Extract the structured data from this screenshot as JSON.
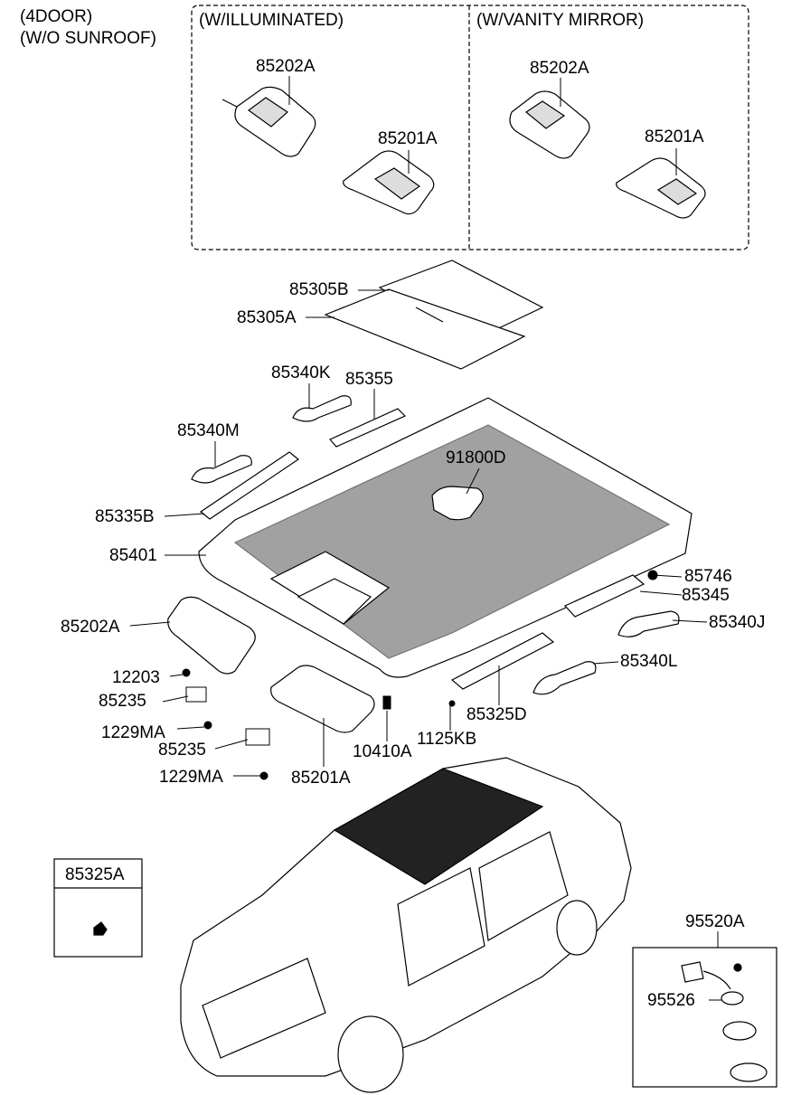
{
  "header": {
    "line1": "(4DOOR)",
    "line2": "(W/O SUNROOF)"
  },
  "boxes": {
    "illuminated": "(W/ILLUMINATED)",
    "vanity_mirror": "(W/VANITY MIRROR)",
    "inset_85325A": "85325A",
    "inset_95520A": "95520A"
  },
  "labels": {
    "ill_85202A": "85202A",
    "ill_85201A": "85201A",
    "van_85202A": "85202A",
    "van_85201A": "85201A",
    "p85305B": "85305B",
    "p85305A": "85305A",
    "p85340K": "85340K",
    "p85355": "85355",
    "p85340M": "85340M",
    "p91800D": "91800D",
    "p85335B": "85335B",
    "p85401": "85401",
    "p85746": "85746",
    "p85345": "85345",
    "p85202A": "85202A",
    "p85340J": "85340J",
    "p12203": "12203",
    "p85340L": "85340L",
    "p85235a": "85235",
    "p85325D": "85325D",
    "p1229MAa": "1229MA",
    "p1125KB": "1125KB",
    "p85235b": "85235",
    "p10410A": "10410A",
    "p1229MAb": "1229MA",
    "p85201A": "85201A",
    "p95526": "95526"
  }
}
